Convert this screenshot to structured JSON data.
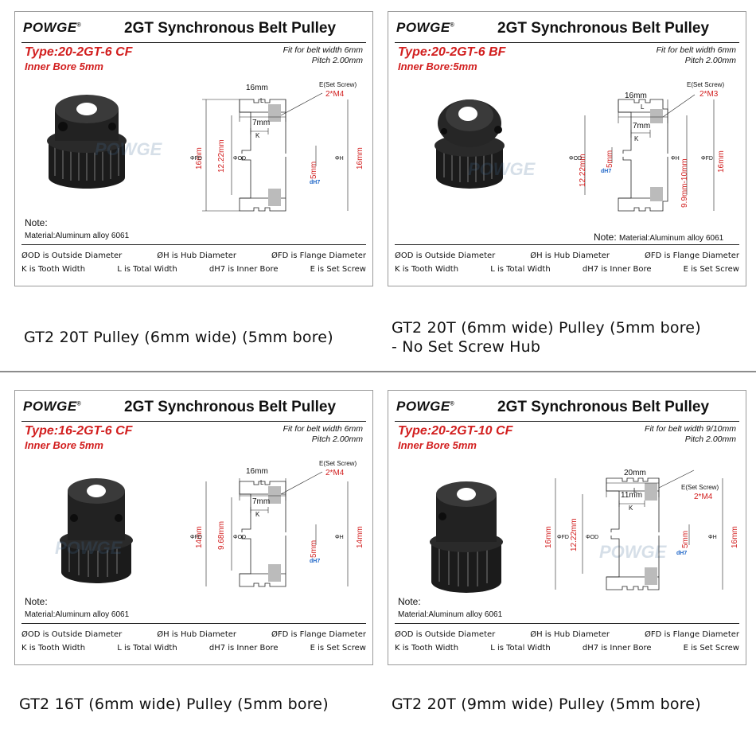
{
  "brand": "POWGE",
  "brand_mark": "®",
  "product_title": "2GT Synchronous Belt Pulley",
  "legend": {
    "od": "ØOD is Outside Diameter",
    "h": "ØH is Hub Diameter",
    "fd": "ØFD is Flange Diameter",
    "k": "K is Tooth Width",
    "l": "L is Total Width",
    "dh7": "dH7 is Inner Bore",
    "e": "E is Set Screw"
  },
  "colors": {
    "red": "#d21f1f",
    "blue": "#1e66c8",
    "bodyblack": "#1b1b1b"
  },
  "panels": [
    {
      "type": "Type:20-2GT-6 CF",
      "inner_bore": "Inner Bore 5mm",
      "fit": "Fit for belt width 6mm",
      "pitch": "Pitch 2.00mm",
      "note": "Note:",
      "material": "Material:Aluminum alloy 6061",
      "drawing": {
        "L": "16mm",
        "L_letter": "L",
        "K": "7mm",
        "K_letter": "K",
        "E": "E(Set Screw)",
        "screw": "2*M4",
        "fd_val": "16mm",
        "od_val": "12.22mm",
        "bore_val": "5mm",
        "h_val": "16mm",
        "fd": "ΦFD",
        "od": "ΦOD",
        "h": "ΦH",
        "dh7": "dH7"
      },
      "caption": "GT2 20T Pulley (6mm wide) (5mm bore)",
      "caption2": ""
    },
    {
      "type": "Type:20-2GT-6 BF",
      "inner_bore": "Inner Bore:5mm",
      "fit": "Fit for belt width 6mm",
      "pitch": "Pitch 2.00mm",
      "note": "Note:",
      "material": "Material:Aluminum alloy 6061",
      "drawing": {
        "L": "16mm",
        "L_letter": "L",
        "K": "7mm",
        "K_letter": "K",
        "E": "E(Set Screw)",
        "screw": "2*M3",
        "od_val": "12.22mm",
        "bore_val": "5mm",
        "h_val": "9.9mm-10mm",
        "fd_val": "16mm",
        "od": "ΦOD",
        "h": "ΦH",
        "fd": "ΦFD",
        "dh7": "dH7"
      },
      "caption": "GT2 20T (6mm wide) Pulley (5mm bore)",
      "caption2": "- No Set Screw Hub"
    },
    {
      "type": "Type:16-2GT-6 CF",
      "inner_bore": "Inner Bore 5mm",
      "fit": "Fit for belt width 6mm",
      "pitch": "Pitch 2.00mm",
      "note": "Note:",
      "material": "Material:Aluminum alloy 6061",
      "drawing": {
        "L": "16mm",
        "L_letter": "L",
        "K": "7mm",
        "K_letter": "K",
        "E": "E(Set Screw)",
        "screw": "2*M4",
        "fd_val": "14mm",
        "od_val": "9.68mm",
        "bore_val": "5mm",
        "h_val": "14mm",
        "fd": "ΦFD",
        "od": "ΦOD",
        "h": "ΦH",
        "dh7": "dH7"
      },
      "caption": "GT2 16T (6mm wide) Pulley (5mm bore)",
      "caption2": ""
    },
    {
      "type": "Type:20-2GT-10 CF",
      "inner_bore": "Inner Bore 5mm",
      "fit": "Fit for belt width 9/10mm",
      "pitch": "Pitch 2.00mm",
      "note": "Note:",
      "material": "Material:Aluminum alloy 6061",
      "drawing": {
        "L": "20mm",
        "L_letter": "L",
        "K": "11mm",
        "K_letter": "K",
        "E": "E(Set Screw)",
        "screw": "2*M4",
        "fd_val": "16mm",
        "od_val": "12.22mm",
        "bore_val": "5mm",
        "h_val": "16mm",
        "fd": "ΦFD",
        "od": "ΦOD",
        "h": "ΦH",
        "dh7": "dH7"
      },
      "caption": "GT2 20T (9mm wide) Pulley (5mm bore)",
      "caption2": ""
    }
  ]
}
